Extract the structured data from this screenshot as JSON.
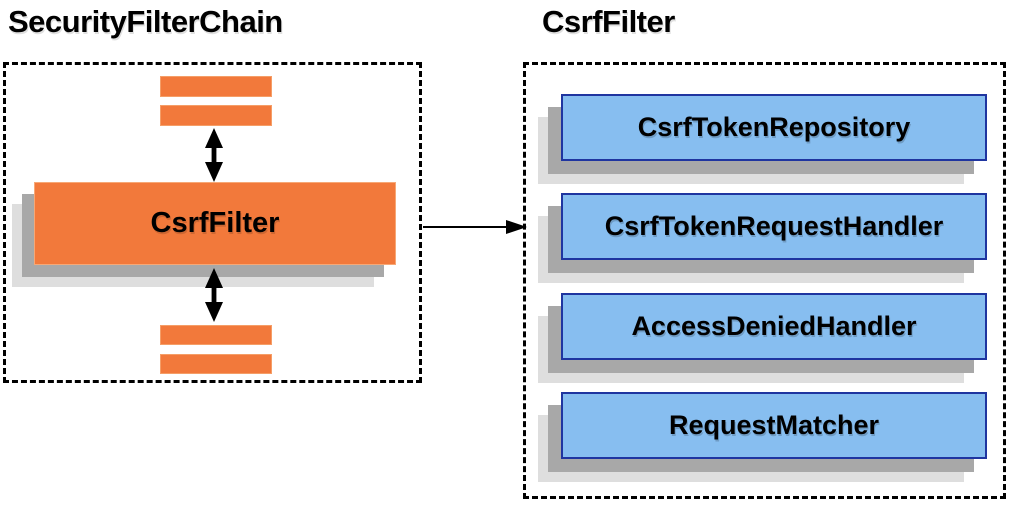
{
  "colors": {
    "orange": "#f2793b",
    "blue_fill": "#87bef0",
    "blue_border": "#1f35a0",
    "shadow_mid": "#a8a8a8",
    "shadow_light": "#dedede",
    "arrow": "#000000",
    "text": "#000000"
  },
  "left_panel": {
    "title": "SecurityFilterChain",
    "node_label": "CsrfFilter"
  },
  "right_panel": {
    "title": "CsrfFilter",
    "components": [
      {
        "label": "CsrfTokenRepository"
      },
      {
        "label": "CsrfTokenRequestHandler"
      },
      {
        "label": "AccessDeniedHandler"
      },
      {
        "label": "RequestMatcher"
      }
    ]
  }
}
